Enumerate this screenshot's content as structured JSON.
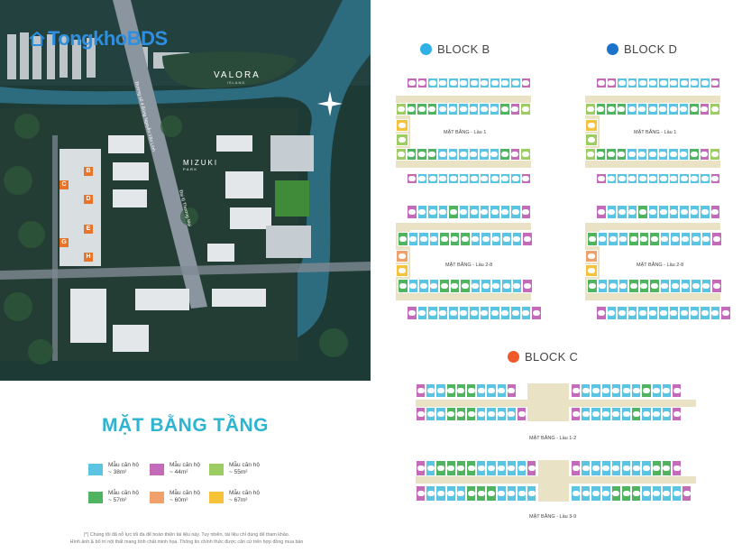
{
  "brand": {
    "logo_text": "TongkhoBDS"
  },
  "map": {
    "valora_name": "VALORA",
    "valora_sub": "ISLAND",
    "mizuki_name": "MIZUKI",
    "mizuki_sub": "PARK",
    "road_1": "Đường số 4 Bùng Nguyễn Văn Linh",
    "road_2": "Đại lộ Thương Mại",
    "block_tags": [
      "B",
      "C",
      "D",
      "E",
      "G",
      "H"
    ]
  },
  "title": "MẶT BẰNG TẦNG",
  "legend": [
    {
      "label": "Mẫu căn hộ",
      "area": "~ 38m²",
      "color": "#5bc4e3"
    },
    {
      "label": "Mẫu căn hộ",
      "area": "~ 44m²",
      "color": "#c36bb8"
    },
    {
      "label": "Mẫu căn hộ",
      "area": "~ 55m²",
      "color": "#9ccc62"
    },
    {
      "label": "Mẫu căn hộ",
      "area": "~ 57m²",
      "color": "#4fb35f"
    },
    {
      "label": "Mẫu căn hộ",
      "area": "~ 60m²",
      "color": "#f0a06a"
    },
    {
      "label": "Mẫu căn hộ",
      "area": "~ 67m²",
      "color": "#f6c23a"
    }
  ],
  "note_line1": "(*) Chúng tôi đã nỗ lực tối đa để hoàn thiện tài liệu này. Tuy nhiên, tài liệu chỉ dùng để tham khảo.",
  "note_line2": "Hình ảnh & bố trí nội thất mang tính chất minh họa. Thông tin chính thức được căn cứ trên hợp đồng mua bán",
  "blocks": {
    "b": {
      "name": "BLOCK B",
      "dot": "#2fb0e6",
      "cap1": "MẶT BẰNG - Lầu 1",
      "cap2": "MẶT BẰNG - Lầu 2-8"
    },
    "d": {
      "name": "BLOCK D",
      "dot": "#1b73c9",
      "cap1": "MẶT BẰNG - Lầu 1",
      "cap2": "MẶT BẰNG - Lầu 2-8"
    },
    "c": {
      "name": "BLOCK C",
      "dot": "#ef5a2a",
      "cap1": "MẶT BẰNG - Lầu 1-2",
      "cap2": "MẶT BẰNG - Lầu 3-9"
    }
  }
}
